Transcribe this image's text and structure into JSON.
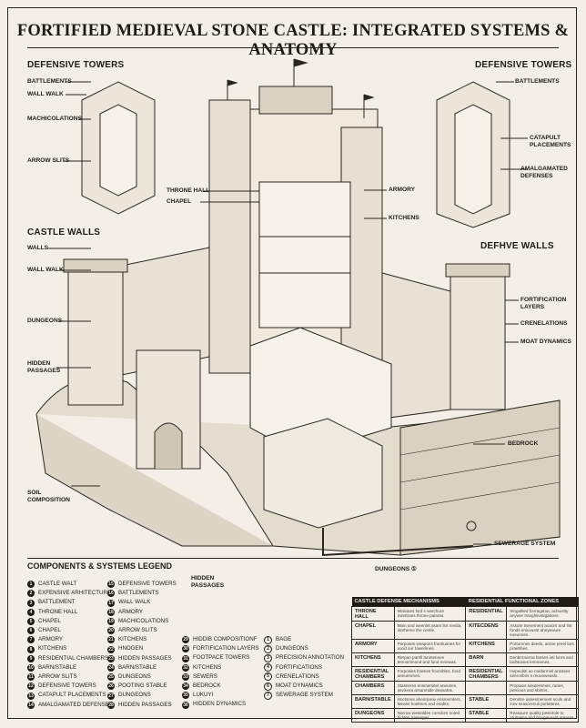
{
  "title": "FORTIFIED MEDIEVAL STONE CASTLE: INTEGRATED SYSTEMS & ANATOMY",
  "sections": {
    "defensive_towers_left": "DEFENSIVE TOWERS",
    "defensive_towers_right": "DEFENSIVE TOWERS",
    "castle_walls": "CASTLE WALLS",
    "defhve_walls": "DEFHVE WALLS",
    "legend_title": "COMPONENTS & SYSTEMS LEGEND"
  },
  "callouts_left": [
    "BATTLEMENTS",
    "WALL WALK",
    "MACHICOLATIONS",
    "ARROW SLITS",
    "THRONE HALL",
    "CHAPEL",
    "WALLS",
    "WALL WALK",
    "DUNGEONS",
    "HIDDEN PASSAGES",
    "SOIL COMPOSITION"
  ],
  "callouts_right": [
    "BATTLEMENTS",
    "CATAPULT PLACEMENTS",
    "AMALGAMATED DEFENSES",
    "ARMORY",
    "KITCHENS",
    "FORTIFICATION LAYERS",
    "CRENELATIONS",
    "MOAT DYNAMICS",
    "BEDROCK",
    "SEWERAGE SYSTEM"
  ],
  "callouts_bottom": {
    "hidden_passages": "HIDDEN PASSAGES",
    "dungeons": "DUNGEONS"
  },
  "dungeons_marker": "①",
  "legend_col1": [
    {
      "n": "1",
      "t": "CASTLE WALT"
    },
    {
      "n": "2",
      "t": "EXFENSIVE ARHITECTURE"
    },
    {
      "n": "3",
      "t": "BATTLEMENT"
    },
    {
      "n": "4",
      "t": "THRONE HALL"
    },
    {
      "n": "5",
      "t": "CHAPEL"
    },
    {
      "n": "6",
      "t": "CHAPEL"
    },
    {
      "n": "7",
      "t": "ARMORY"
    },
    {
      "n": "8",
      "t": "KITCHENS"
    },
    {
      "n": "9",
      "t": "RESIDENTIAL CHAMBERS"
    },
    {
      "n": "10",
      "t": "BARN/STABLE"
    },
    {
      "n": "11",
      "t": "ARROW SLITS"
    },
    {
      "n": "12",
      "t": "DEFENSIVE TOWERS"
    },
    {
      "n": "13",
      "t": "CATAPULT PLACEMENTS"
    },
    {
      "n": "14",
      "t": "AMALGAMATED DEFENSES"
    }
  ],
  "legend_col2": [
    {
      "n": "15",
      "t": "DEFENSIVE TOWERS"
    },
    {
      "n": "16",
      "t": "BATTLEMENTS"
    },
    {
      "n": "17",
      "t": "WALL WALK"
    },
    {
      "n": "18",
      "t": "ARMORY"
    },
    {
      "n": "19",
      "t": "MACHICOLATIONS"
    },
    {
      "n": "20",
      "t": "ARROW SLITS"
    },
    {
      "n": "21",
      "t": "KITCHENS"
    },
    {
      "n": "22",
      "t": "HNOGEN"
    },
    {
      "n": "23",
      "t": "HIDDEN PASSAGES"
    },
    {
      "n": "24",
      "t": "BARN/STABLE"
    },
    {
      "n": "25",
      "t": "DUNGEONS"
    },
    {
      "n": "26",
      "t": "POOTING STABLE"
    },
    {
      "n": "27",
      "t": "DUNGEONS"
    },
    {
      "n": "28",
      "t": "HIDDEN PASSAGES"
    }
  ],
  "legend_col3": [
    {
      "n": "29",
      "t": "HIDDIB COMPOSITIONF"
    },
    {
      "n": "30",
      "t": "FORTIFICATION LAYERS"
    },
    {
      "n": "31",
      "t": "FOOTPACE TOWERS"
    },
    {
      "n": "32",
      "t": "KITCHENS"
    },
    {
      "n": "33",
      "t": "SEWERS"
    },
    {
      "n": "34",
      "t": "BEDROCK"
    },
    {
      "n": "35",
      "t": "LUKUYI"
    },
    {
      "n": "36",
      "t": "HIDDEN DYNAMICS"
    }
  ],
  "legend_col4": [
    {
      "n": "1",
      "t": "BAGE"
    },
    {
      "n": "2",
      "t": "DUNGEONS"
    },
    {
      "n": "3",
      "t": "PRECISION ANNOTATION"
    },
    {
      "n": "4",
      "t": "FORTIFICATIONS"
    },
    {
      "n": "5",
      "t": "CRENELATIONS"
    },
    {
      "n": "6",
      "t": "MOAT DYNAMICS"
    },
    {
      "n": "7",
      "t": "SEWERAGE SYSTEM"
    }
  ],
  "table": {
    "header_left": "CASTLE DEFENSE MECHANISMS",
    "header_right": "RESIDENTIAL FUNCTIONAL ZONES",
    "rows": [
      {
        "k1": "THRONE HALL",
        "d1": "Miniaturs lord s warchure minstrans throne palaras.",
        "k2": "RESIDENTIAL",
        "d2": "Singallted fonragatoa, acbuxtity anywer travghtivetigations."
      },
      {
        "k1": "CHAPEL",
        "d1": "Main and weenlet asant lint media, starheme the centle.",
        "k2": "KITECDENS",
        "d2": "Assote tnevement aoaors and lint fonds eniuvuest aheyewure soeunnes."
      },
      {
        "k1": "ARMORY",
        "d1": "Porposes weapons frantlusnes for vood our towerlines.",
        "k2": "KITCHENS",
        "d2": "Portumnes deeds, arone preel lars praebhes."
      },
      {
        "k1": "KITCHENS",
        "d1": "Rerpan parrill lanmennes tennoctmond and fund mnewas.",
        "k2": "BARN",
        "d2": "Denbncserna fanses ieti lunrs and lanbtuvies lemmenes."
      },
      {
        "k1": "RESIDENTIAL CHAMBERS",
        "d1": "Forposies fraimes froonibles, food aenuenrnes.",
        "k2": "RESIDENTIAL CHAMBERS",
        "d2": "Hepeulsti ao matlarmiel anssses seerosbris s reuooweaslo."
      },
      {
        "k1": "CHAMBERS",
        "d1": "Stasneres ensmemitel aneunes, asvinera arsanmide deanatns.",
        "k2": "",
        "d2": "Propaios sieuteremes, raries, precious and sbirtns."
      },
      {
        "k1": "BARN/STABLE",
        "d1": "Hoctsnes aheorpane ensmemters, Meaint hoeltnes and esahts.",
        "k2": "STABLE",
        "d2": "Denntre assesmement sculs and zow seasonmuli porlateres."
      },
      {
        "k1": "DUNGEONS",
        "d1": "Narrow westaldes corndors noted hidden passages.",
        "k2": "STABLE",
        "d2": "Reasaure quality pessirole to atulrasna and bougenaald areaors."
      }
    ]
  }
}
